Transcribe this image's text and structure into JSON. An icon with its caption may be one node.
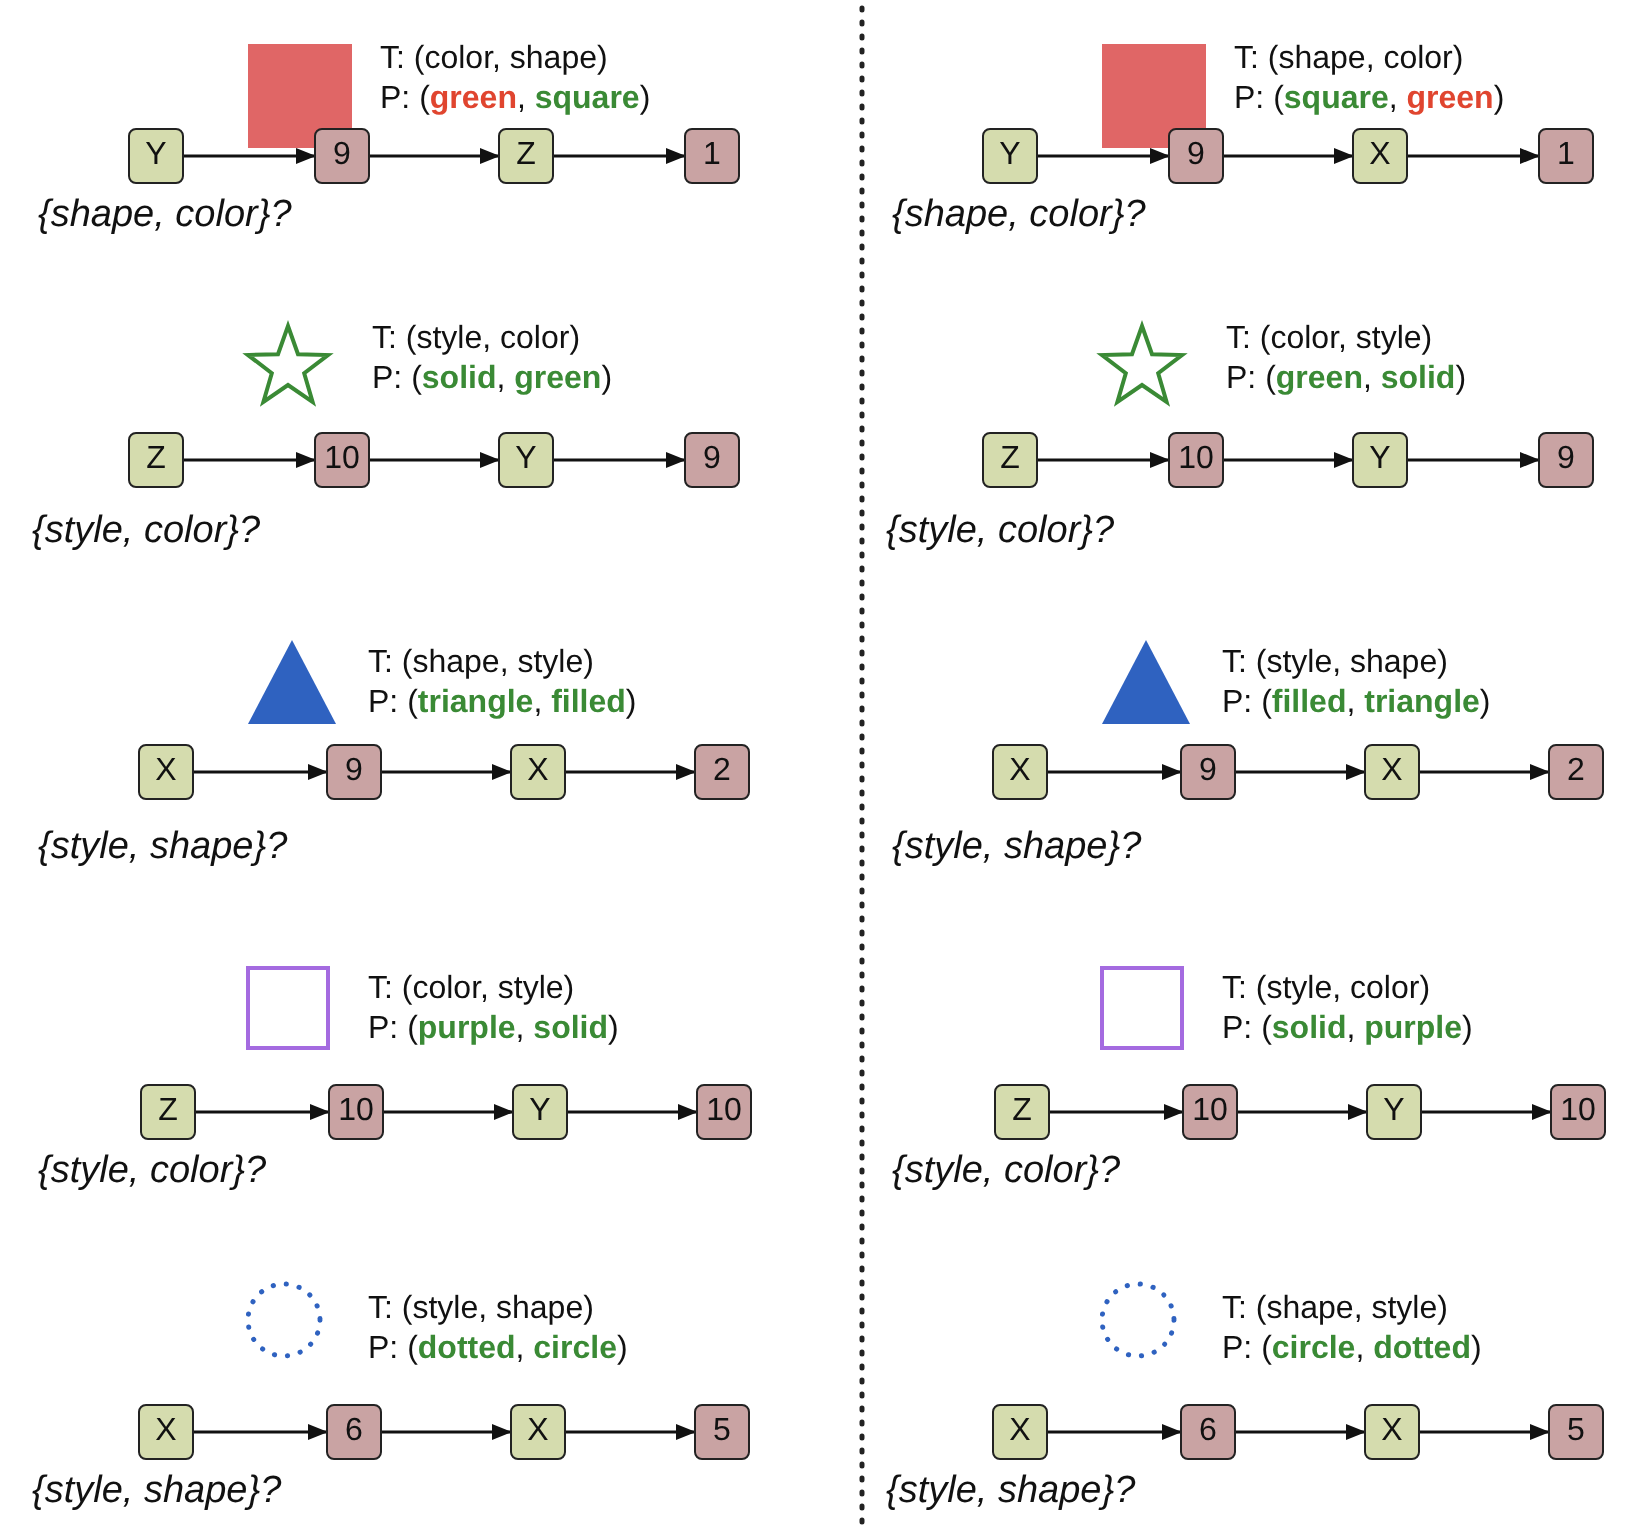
{
  "diagram": {
    "nodes": [
      {
        "text": [
          "Y"
        ]
      },
      {
        "text": [
          "9"
        ]
      },
      {
        "text": [
          "Z"
        ]
      },
      {
        "text": [
          "1"
        ]
      },
      {
        "text": [
          "Y"
        ]
      },
      {
        "text": [
          "9"
        ]
      },
      {
        "text": [
          "X"
        ]
      },
      {
        "text": [
          "1"
        ]
      },
      {
        "text": [
          "Z"
        ]
      },
      {
        "text": [
          "10"
        ]
      },
      {
        "text": [
          "Y"
        ]
      },
      {
        "text": [
          "9"
        ]
      },
      {
        "text": [
          "Z"
        ]
      },
      {
        "text": [
          "10"
        ]
      },
      {
        "text": [
          "Y"
        ]
      },
      {
        "text": [
          "9"
        ]
      },
      {
        "text": [
          "X"
        ]
      },
      {
        "text": [
          "9"
        ]
      },
      {
        "text": [
          "X"
        ]
      },
      {
        "text": [
          "2"
        ]
      },
      {
        "text": [
          "X"
        ]
      },
      {
        "text": [
          "9"
        ]
      },
      {
        "text": [
          "X"
        ]
      },
      {
        "text": [
          "2"
        ]
      },
      {
        "text": [
          "Z"
        ]
      },
      {
        "text": [
          "10"
        ]
      },
      {
        "text": [
          "Y"
        ]
      },
      {
        "text": [
          "10"
        ]
      },
      {
        "text": [
          "Z"
        ]
      },
      {
        "text": [
          "10"
        ]
      },
      {
        "text": [
          "Y"
        ]
      },
      {
        "text": [
          "10"
        ]
      },
      {
        "text": [
          "X"
        ]
      },
      {
        "text": [
          "6"
        ]
      },
      {
        "text": [
          "X"
        ]
      },
      {
        "text": [
          "5"
        ]
      },
      {
        "text": [
          "X"
        ]
      },
      {
        "text": [
          "6"
        ]
      },
      {
        "text": [
          "X"
        ]
      },
      {
        "text": [
          "5"
        ]
      }
    ],
    "edges": [
      {
        "from": 0,
        "to": 1,
        "arrow": "to"
      },
      {
        "from": 1,
        "to": 2,
        "arrow": "to"
      },
      {
        "from": 2,
        "to": 3,
        "arrow": "to"
      },
      {
        "from": 4,
        "to": 5,
        "arrow": "to"
      },
      {
        "from": 5,
        "to": 6,
        "arrow": "to"
      },
      {
        "from": 6,
        "to": 7,
        "arrow": "to"
      },
      {
        "from": 8,
        "to": 9,
        "arrow": "to"
      },
      {
        "from": 9,
        "to": 10,
        "arrow": "to"
      },
      {
        "from": 10,
        "to": 11,
        "arrow": "to"
      },
      {
        "from": 12,
        "to": 13,
        "arrow": "to"
      },
      {
        "from": 13,
        "to": 14,
        "arrow": "to"
      },
      {
        "from": 14,
        "to": 15,
        "arrow": "to"
      },
      {
        "from": 16,
        "to": 17,
        "arrow": "to"
      },
      {
        "from": 17,
        "to": 18,
        "arrow": "to"
      },
      {
        "from": 18,
        "to": 19,
        "arrow": "to"
      },
      {
        "from": 20,
        "to": 21,
        "arrow": "to"
      },
      {
        "from": 21,
        "to": 22,
        "arrow": "to"
      },
      {
        "from": 22,
        "to": 23,
        "arrow": "to"
      },
      {
        "from": 24,
        "to": 25,
        "arrow": "to"
      },
      {
        "from": 25,
        "to": 26,
        "arrow": "to"
      },
      {
        "from": 26,
        "to": 27,
        "arrow": "to"
      },
      {
        "from": 28,
        "to": 29,
        "arrow": "to"
      },
      {
        "from": 29,
        "to": 30,
        "arrow": "to"
      },
      {
        "from": 30,
        "to": 31,
        "arrow": "to"
      },
      {
        "from": 32,
        "to": 33,
        "arrow": "to"
      },
      {
        "from": 33,
        "to": 34,
        "arrow": "to"
      },
      {
        "from": 34,
        "to": 35,
        "arrow": "to"
      },
      {
        "from": 36,
        "to": 37,
        "arrow": "to"
      },
      {
        "from": 37,
        "to": 38,
        "arrow": "to"
      },
      {
        "from": 38,
        "to": 39,
        "arrow": "to"
      }
    ],
    "labels": [
      "T: (color, shape)",
      "P: (**green**, **square**)",
      "{shape, color}?",
      "T: (shape, color)",
      "P: (**square**, **green**)",
      "{shape, color}?",
      "T: (style, color)",
      "P: (**solid**, **green**)",
      "{style, color}?",
      "T: (color, style)",
      "P: (**green**, **solid**)",
      "{style, color}?",
      "T: (shape, style)",
      "P: (**triangle**, **filled**)",
      "{style, shape}?",
      "T: (style, shape)",
      "P: (**filled**, **triangle**)",
      "{style, shape}?",
      "T: (color, style)",
      "P: (**purple**, **solid**)",
      "{style, color}?",
      "T: (style, color)",
      "P: (**solid**, **purple**)",
      "{style, color}?",
      "T: (style, shape)",
      "P: (**dotted**, **circle**)",
      "{style, shape}?",
      "T: (shape, style)",
      "P: (**circle**, **dotted**)",
      "{style, shape}?"
    ]
  }
}
